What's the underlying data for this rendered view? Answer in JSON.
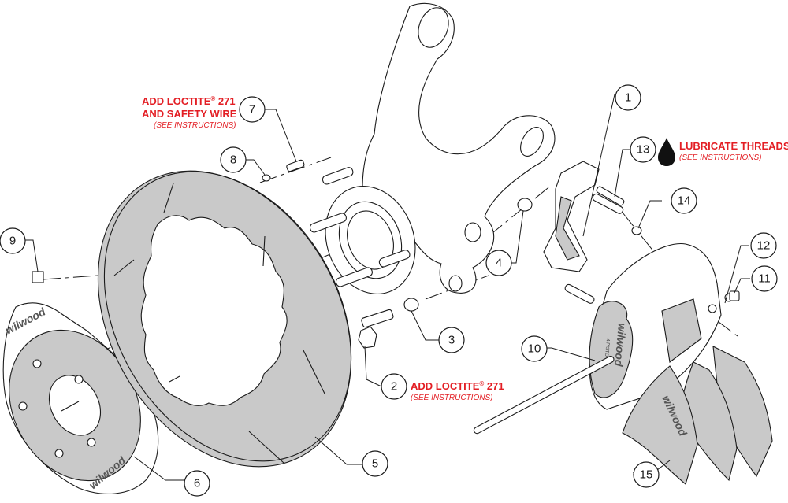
{
  "diagram": {
    "title": "Brake kit exploded view",
    "colors": {
      "note_red": "#e31e24",
      "line": "#1a1a1a",
      "part_gray": "#c9c9c9",
      "background": "#ffffff"
    },
    "callouts": [
      {
        "id": "1",
        "part": "caliper-bracket"
      },
      {
        "id": "2",
        "part": "bracket-bolt"
      },
      {
        "id": "3",
        "part": "bracket-washer"
      },
      {
        "id": "4",
        "part": "bracket-shim-washer"
      },
      {
        "id": "5",
        "part": "rotor-ring"
      },
      {
        "id": "6",
        "part": "hat"
      },
      {
        "id": "7",
        "part": "rotor-bolt"
      },
      {
        "id": "8",
        "part": "rotor-washer"
      },
      {
        "id": "9",
        "part": "rotor-nut"
      },
      {
        "id": "10",
        "part": "caliper"
      },
      {
        "id": "11",
        "part": "caliper-nut"
      },
      {
        "id": "12",
        "part": "caliper-washer"
      },
      {
        "id": "13",
        "part": "caliper-stud"
      },
      {
        "id": "14",
        "part": "stud-washer"
      },
      {
        "id": "15",
        "part": "brake-pads"
      }
    ],
    "notes": {
      "loctite_safety": {
        "line1": "ADD LOCTITE",
        "reg": "®",
        "line1_suffix": " 271",
        "line2": "AND SAFETY WIRE",
        "sub": "(SEE INSTRUCTIONS)"
      },
      "lubricate": {
        "line1": "LUBRICATE THREADS",
        "sub": "(SEE INSTRUCTIONS)",
        "icon": "oil-drop-icon"
      },
      "loctite": {
        "line1": "ADD LOCTITE",
        "reg": "®",
        "line1_suffix": " 271",
        "sub": "(SEE INSTRUCTIONS)"
      }
    },
    "logos": {
      "brand": "wilwood",
      "caliper_model": "4 PISTON"
    }
  }
}
